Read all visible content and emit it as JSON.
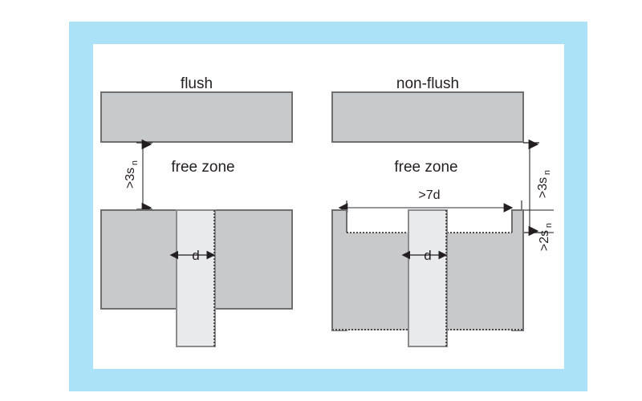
{
  "figure": {
    "frame_color": "#ace2f8",
    "panel_color": "#ffffff",
    "block_fill": "#c8c9cb",
    "block_stroke": "#6e6f71",
    "sensor_fill": "#e9eaec",
    "sensor_stroke": "#8b8c8e",
    "line_color": "#58595b",
    "text_color": "#231f20"
  },
  "left": {
    "title": "flush",
    "free_zone_label": "free zone",
    "distance_label": ">3s",
    "distance_sub": "n",
    "diameter_label": "d"
  },
  "right": {
    "title": "non-flush",
    "free_zone_label": "free zone",
    "distance_label": ">3s",
    "distance_sub": "n",
    "clearance_label": ">2s",
    "clearance_sub": "n",
    "width_label": ">7d",
    "diameter_label": "d"
  }
}
